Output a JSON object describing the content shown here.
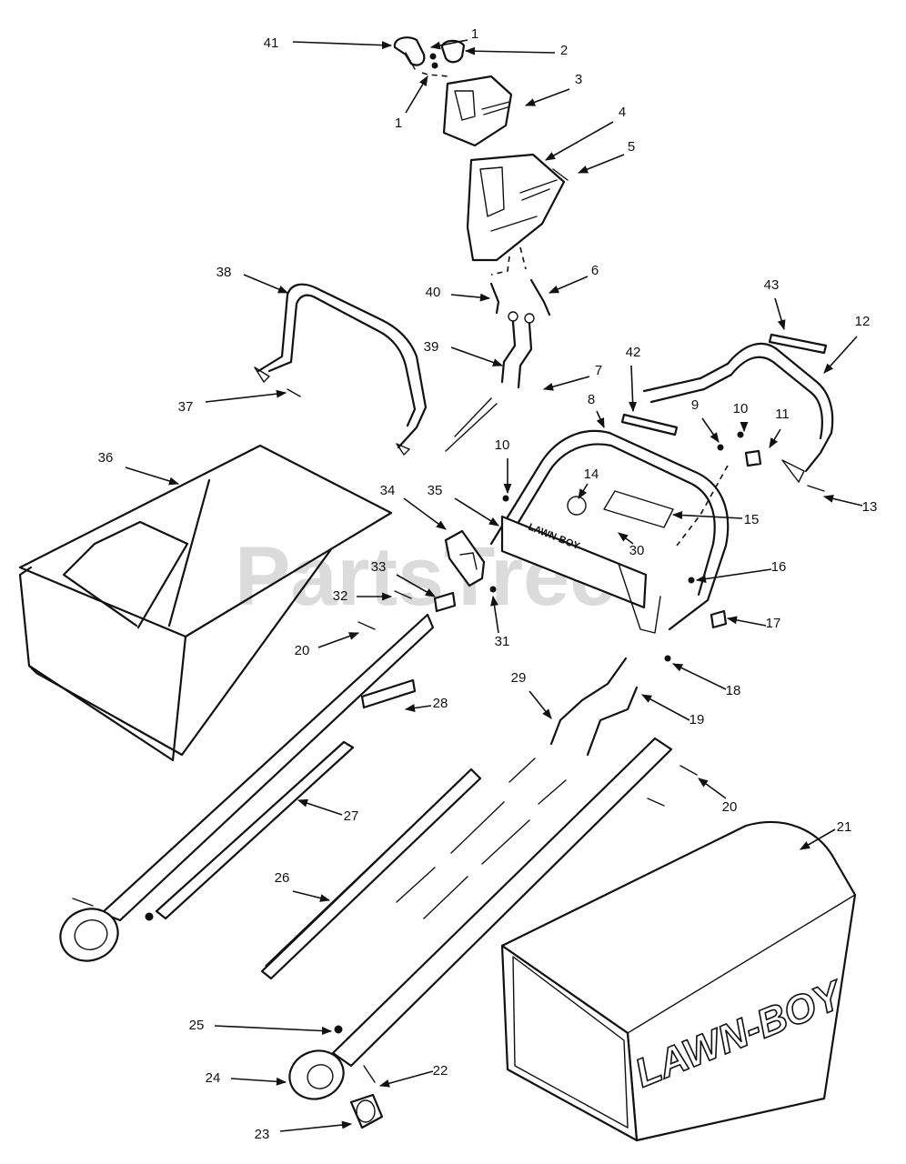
{
  "watermark": "PartsTree",
  "brand_label": "LAWN-BOY",
  "callouts": [
    "1",
    "1",
    "2",
    "3",
    "4",
    "5",
    "6",
    "7",
    "8",
    "9",
    "10",
    "10",
    "11",
    "12",
    "13",
    "14",
    "15",
    "16",
    "17",
    "18",
    "19",
    "20",
    "20",
    "21",
    "22",
    "23",
    "24",
    "25",
    "26",
    "27",
    "28",
    "29",
    "30",
    "31",
    "32",
    "33",
    "34",
    "35",
    "36",
    "37",
    "38",
    "39",
    "40",
    "41",
    "42",
    "43"
  ]
}
